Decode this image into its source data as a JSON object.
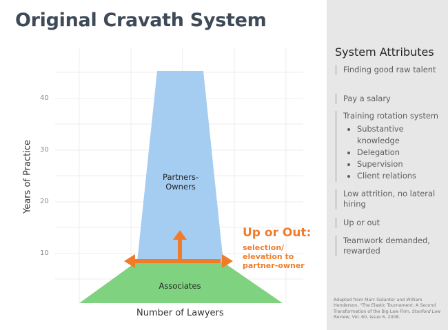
{
  "title": "Original Cravath System",
  "diagram": {
    "y_axis_label": "Years of Practice",
    "x_axis_label": "Number of Lawyers",
    "y_ticks": [
      "40",
      "30",
      "20",
      "10"
    ],
    "partners_label": "Partners-\nOwners",
    "associates_label": "Associates",
    "up_or_out_title": "Up or Out:",
    "up_or_out_subtitle": "selection/\nelevation to\npartner-owner",
    "colors": {
      "partners": "#a5cdf1",
      "associates": "#7fd27f",
      "arrow": "#f07c2a",
      "grid": "#ececec"
    }
  },
  "sidebar": {
    "heading": "System Attributes",
    "attributes": [
      {
        "text": "Finding good raw talent"
      },
      {
        "text": "Pay a salary"
      },
      {
        "text": "Training rotation system",
        "sub": [
          "Substantive knowledge",
          "Delegation",
          "Supervision",
          "Client relations"
        ]
      },
      {
        "text": "Low attrition, no lateral hiring"
      },
      {
        "text": "Up or out"
      },
      {
        "text": "Teamwork demanded, rewarded"
      }
    ],
    "citation": "Adapted from Marc Galanter and William Henderson, \"The Elastic Tournament: A Second Transformation of the Big Law Firm,",
    "citation_journal": "Stanford Law Review",
    "citation_tail": ", Vol. 60, Issue 6, 2008."
  }
}
